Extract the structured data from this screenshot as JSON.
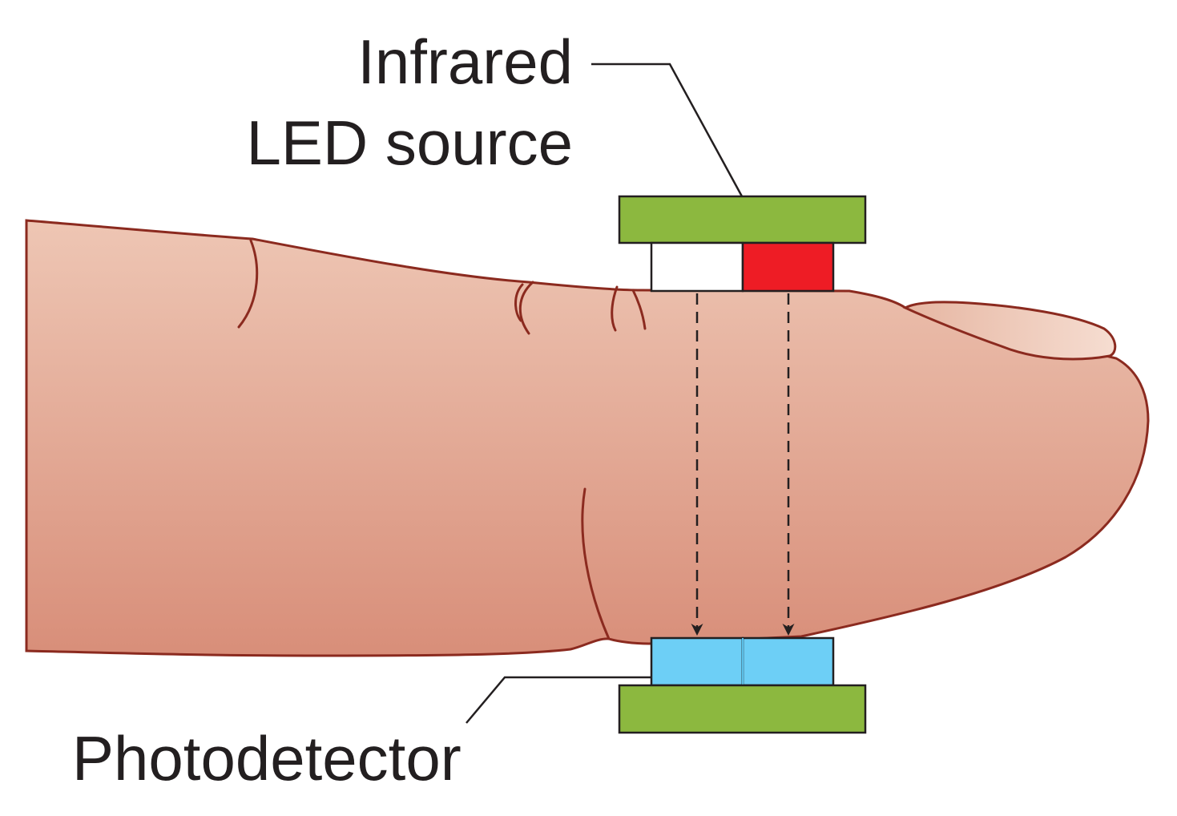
{
  "labels": {
    "source_line1": "Infrared",
    "source_line2": "LED source",
    "detector": "Photodetector"
  },
  "colors": {
    "finger_top": "#eec6b4",
    "finger_bottom": "#d88e79",
    "finger_outline": "#8b2a1f",
    "nail": "#f3d3c4",
    "housing_green": "#8cb83f",
    "led_red": "#ee1c25",
    "detector_blue": "#6dcff6",
    "leader_line": "#231f20"
  }
}
